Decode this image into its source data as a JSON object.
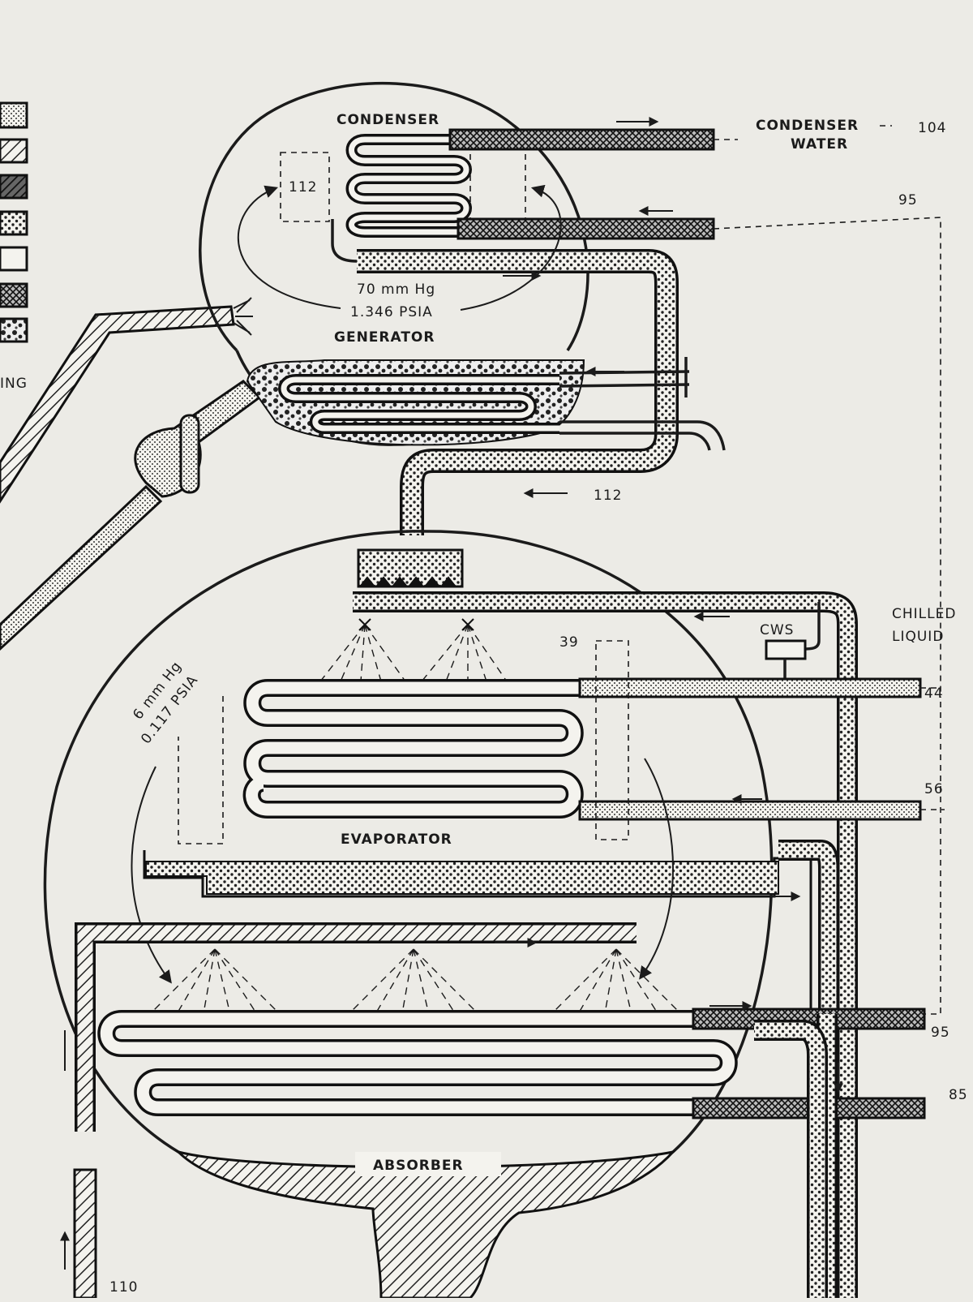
{
  "labels": {
    "condenser": "CONDENSER",
    "condenser_water": "CONDENSER",
    "condenser_water_2": "WATER",
    "generator": "GENERATOR",
    "generator_pressure_mm": "70 mm Hg",
    "generator_pressure_psia": "1.346 PSIA",
    "evaporator": "EVAPORATOR",
    "evaporator_pressure_mm": "6 mm Hg",
    "evaporator_pressure_psia": "0.117 PSIA",
    "absorber": "ABSORBER",
    "cws": "CWS",
    "chilled_1": "CHILLED",
    "chilled_2": "LIQUID",
    "legend_fragment": "ING"
  },
  "values": {
    "t104": "104",
    "t95_top": "95",
    "t112_box": "112",
    "t112_pipe": "112",
    "t39": "39",
    "t44": "44",
    "t56": "56",
    "t95_bottom": "95",
    "t85": "85",
    "t110": "110"
  },
  "legend": {
    "swatches": [
      "dots-fine",
      "hatch-diagonal",
      "hatch-dark",
      "dots-coarse",
      "blank",
      "crosshatch",
      "mottled"
    ]
  }
}
